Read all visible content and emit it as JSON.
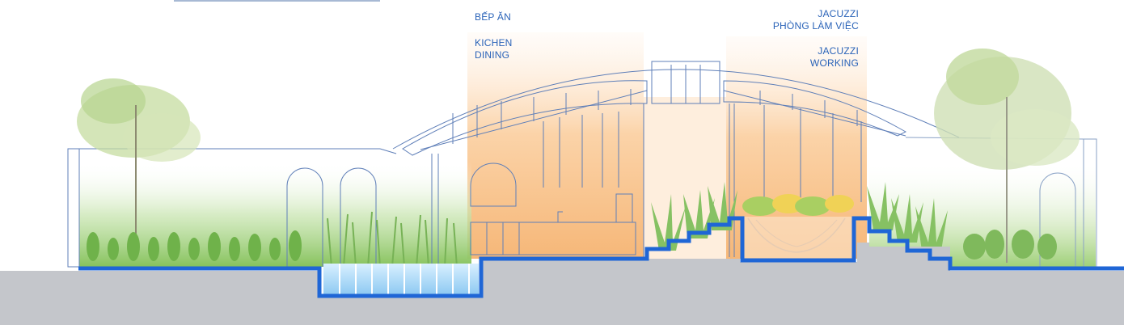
{
  "labels": {
    "left_vn": "BẾP ĂN",
    "left_en_1": "KICHEN",
    "left_en_2": "DINING",
    "right_vn_1": "JACUZZI",
    "right_vn_2": "PHÒNG LÀM VIỆC",
    "right_en_1": "JACUZZI",
    "right_en_2": "WORKING"
  },
  "colors": {
    "outline": "#1f66d6",
    "ground": "#c4c6cb",
    "glow": "#f7bf86",
    "greenery": "#8fca66",
    "linework": "#5f7fb8"
  }
}
